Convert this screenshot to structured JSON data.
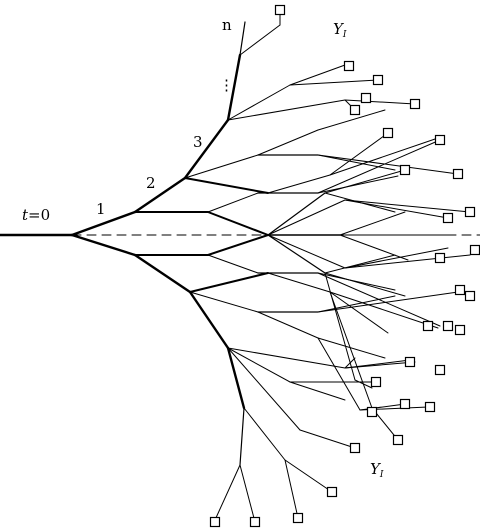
{
  "diagram": {
    "stage_labels": {
      "t0": {
        "var": "t",
        "eq": "=0"
      },
      "s1": "1",
      "s2": "2",
      "s3": "3",
      "sn": "n",
      "dots": "⋮"
    },
    "terminal_label_top": {
      "main": "Y",
      "sub": "I"
    },
    "terminal_label_bottom": {
      "main": "Y",
      "sub": "I"
    }
  }
}
